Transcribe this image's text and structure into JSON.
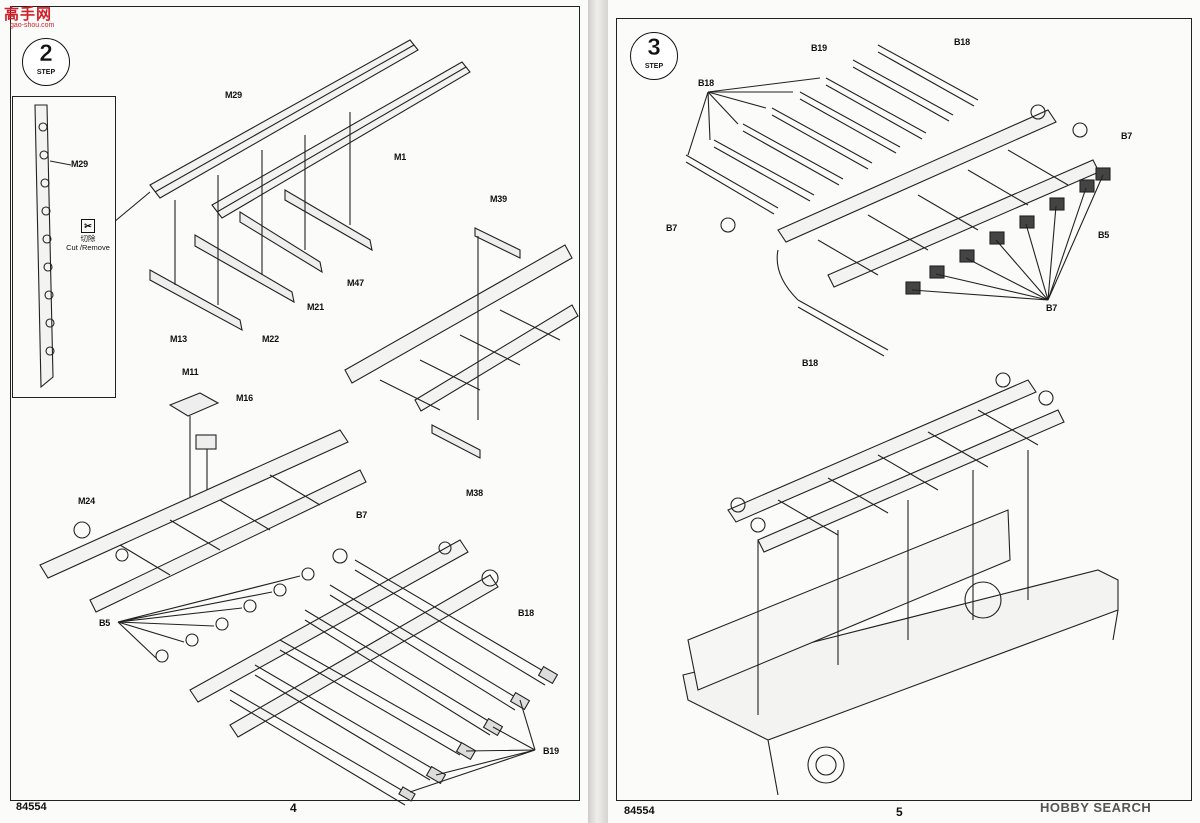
{
  "watermarks": {
    "top": "高手网",
    "top_sub": "gao-shou.com",
    "bottom": "HOBBY SEARCH"
  },
  "left": {
    "step": {
      "number": "2",
      "label": "STEP"
    },
    "inset": {
      "label": "M29",
      "cut_icon": "cut-icon",
      "cut_text_cn": "切除",
      "cut_text_en": "Cut /Remove"
    },
    "labels": [
      "M29",
      "M1",
      "M39",
      "M13",
      "M22",
      "M21",
      "M47",
      "M11",
      "M16",
      "M24",
      "M38",
      "B7",
      "B18",
      "B5",
      "B19"
    ],
    "footer_code": "84554",
    "page_number": "4"
  },
  "right": {
    "step": {
      "number": "3",
      "label": "STEP"
    },
    "labels": [
      "B18",
      "B19",
      "B18",
      "B7",
      "B7",
      "B5",
      "B7",
      "B18"
    ],
    "footer_code": "84554",
    "page_number": "5"
  },
  "colors": {
    "ink": "#111111",
    "paper": "#fbfbf9",
    "watermark": "#d0202a"
  }
}
